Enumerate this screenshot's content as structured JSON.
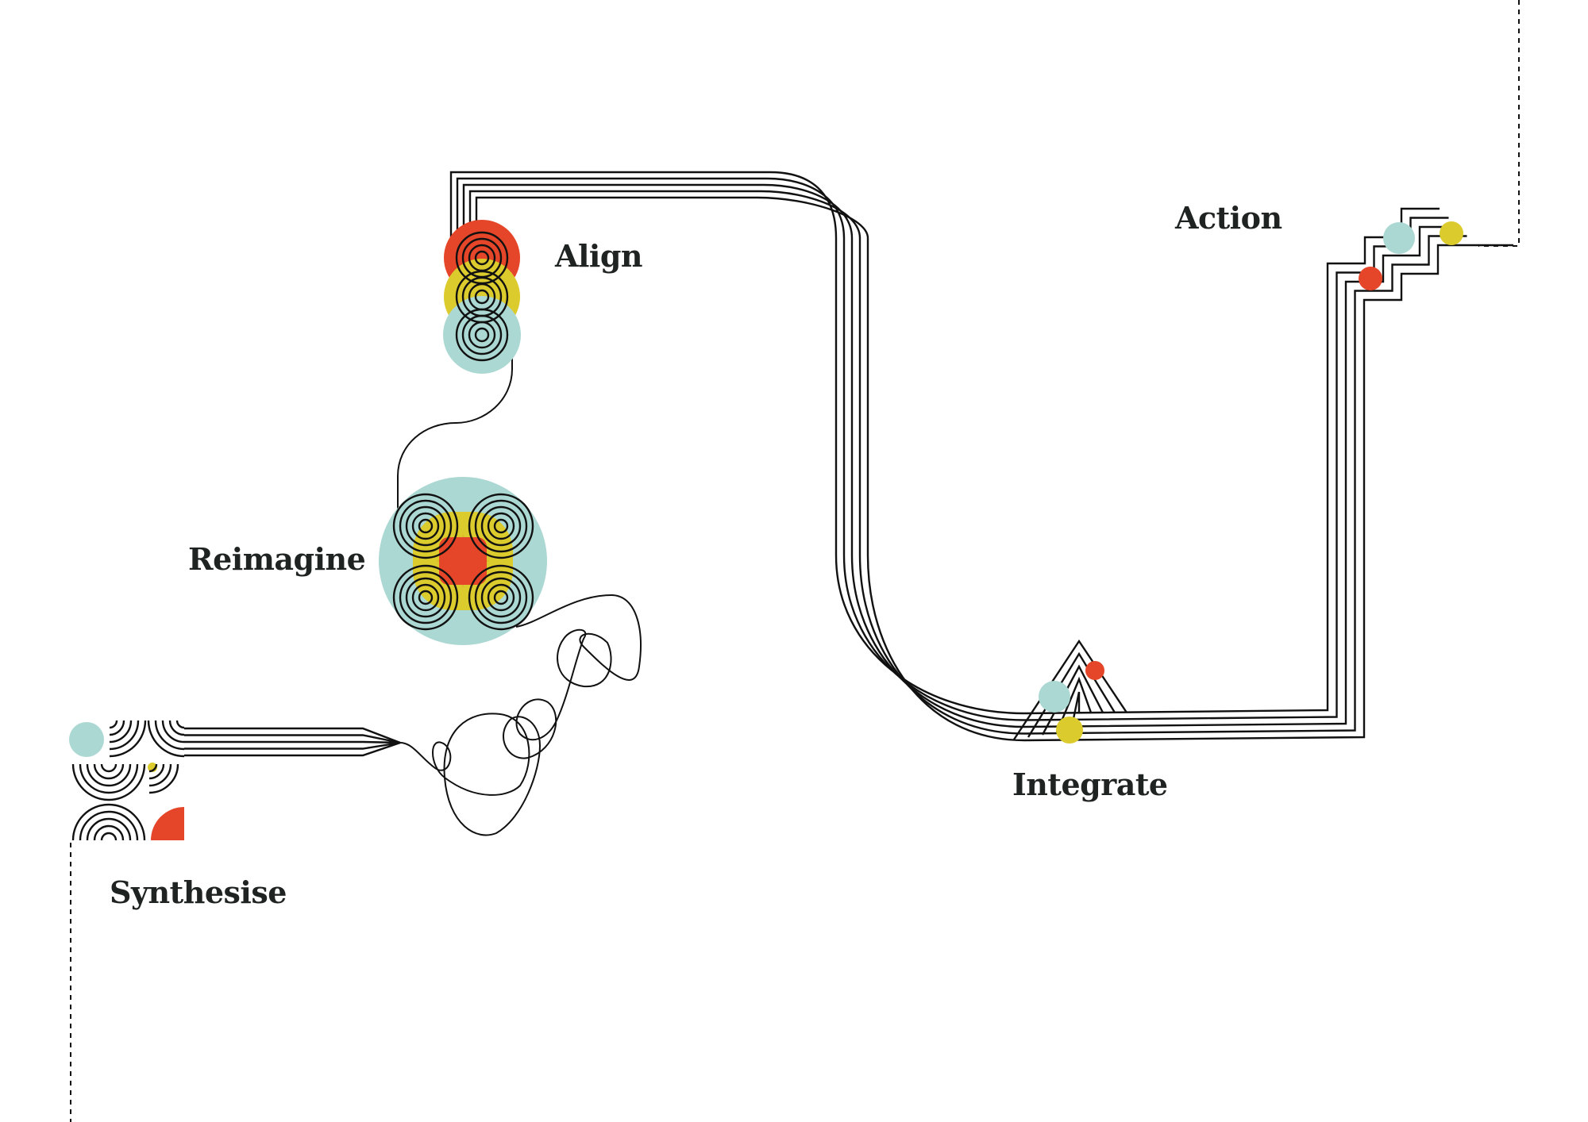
{
  "stages": {
    "synthesise": "Synthesise",
    "reimagine": "Reimagine",
    "align": "Align",
    "integrate": "Integrate",
    "action": "Action"
  },
  "colors": {
    "teal": "#acd8d3",
    "yellow": "#dccb2c",
    "red": "#e54528",
    "ink": "#111111"
  }
}
